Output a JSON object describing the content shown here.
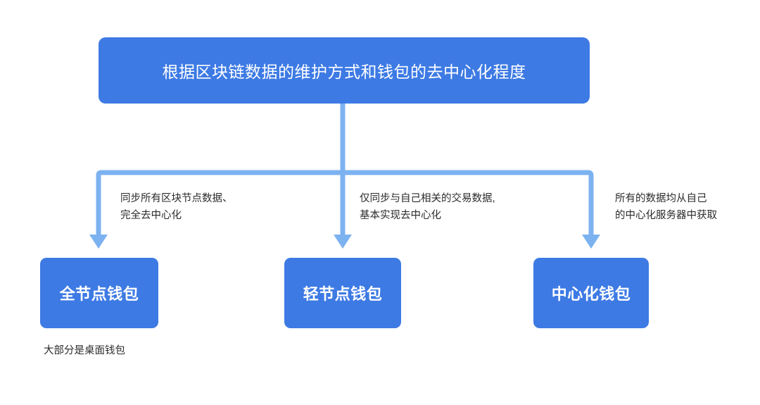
{
  "diagram": {
    "type": "flowchart",
    "colors": {
      "node_fill": "#3d7ae4",
      "node_text": "#ffffff",
      "connector": "#7cb2f0",
      "label_text": "#2b2b2b",
      "background": "#ffffff"
    },
    "root": {
      "label": "根据区块链数据的维护方式和钱包的去中心化程度"
    },
    "branches": [
      {
        "edge_label": "同步所有区块节点数据、\n完全去中心化",
        "node_label": "全节点钱包",
        "footnote": "大部分是桌面钱包"
      },
      {
        "edge_label": "仅同步与自己相关的交易数据,\n基本实现去中心化",
        "node_label": "轻节点钱包"
      },
      {
        "edge_label": "所有的数据均从自己\n的中心化服务器中获取",
        "node_label": "中心化钱包"
      }
    ]
  }
}
